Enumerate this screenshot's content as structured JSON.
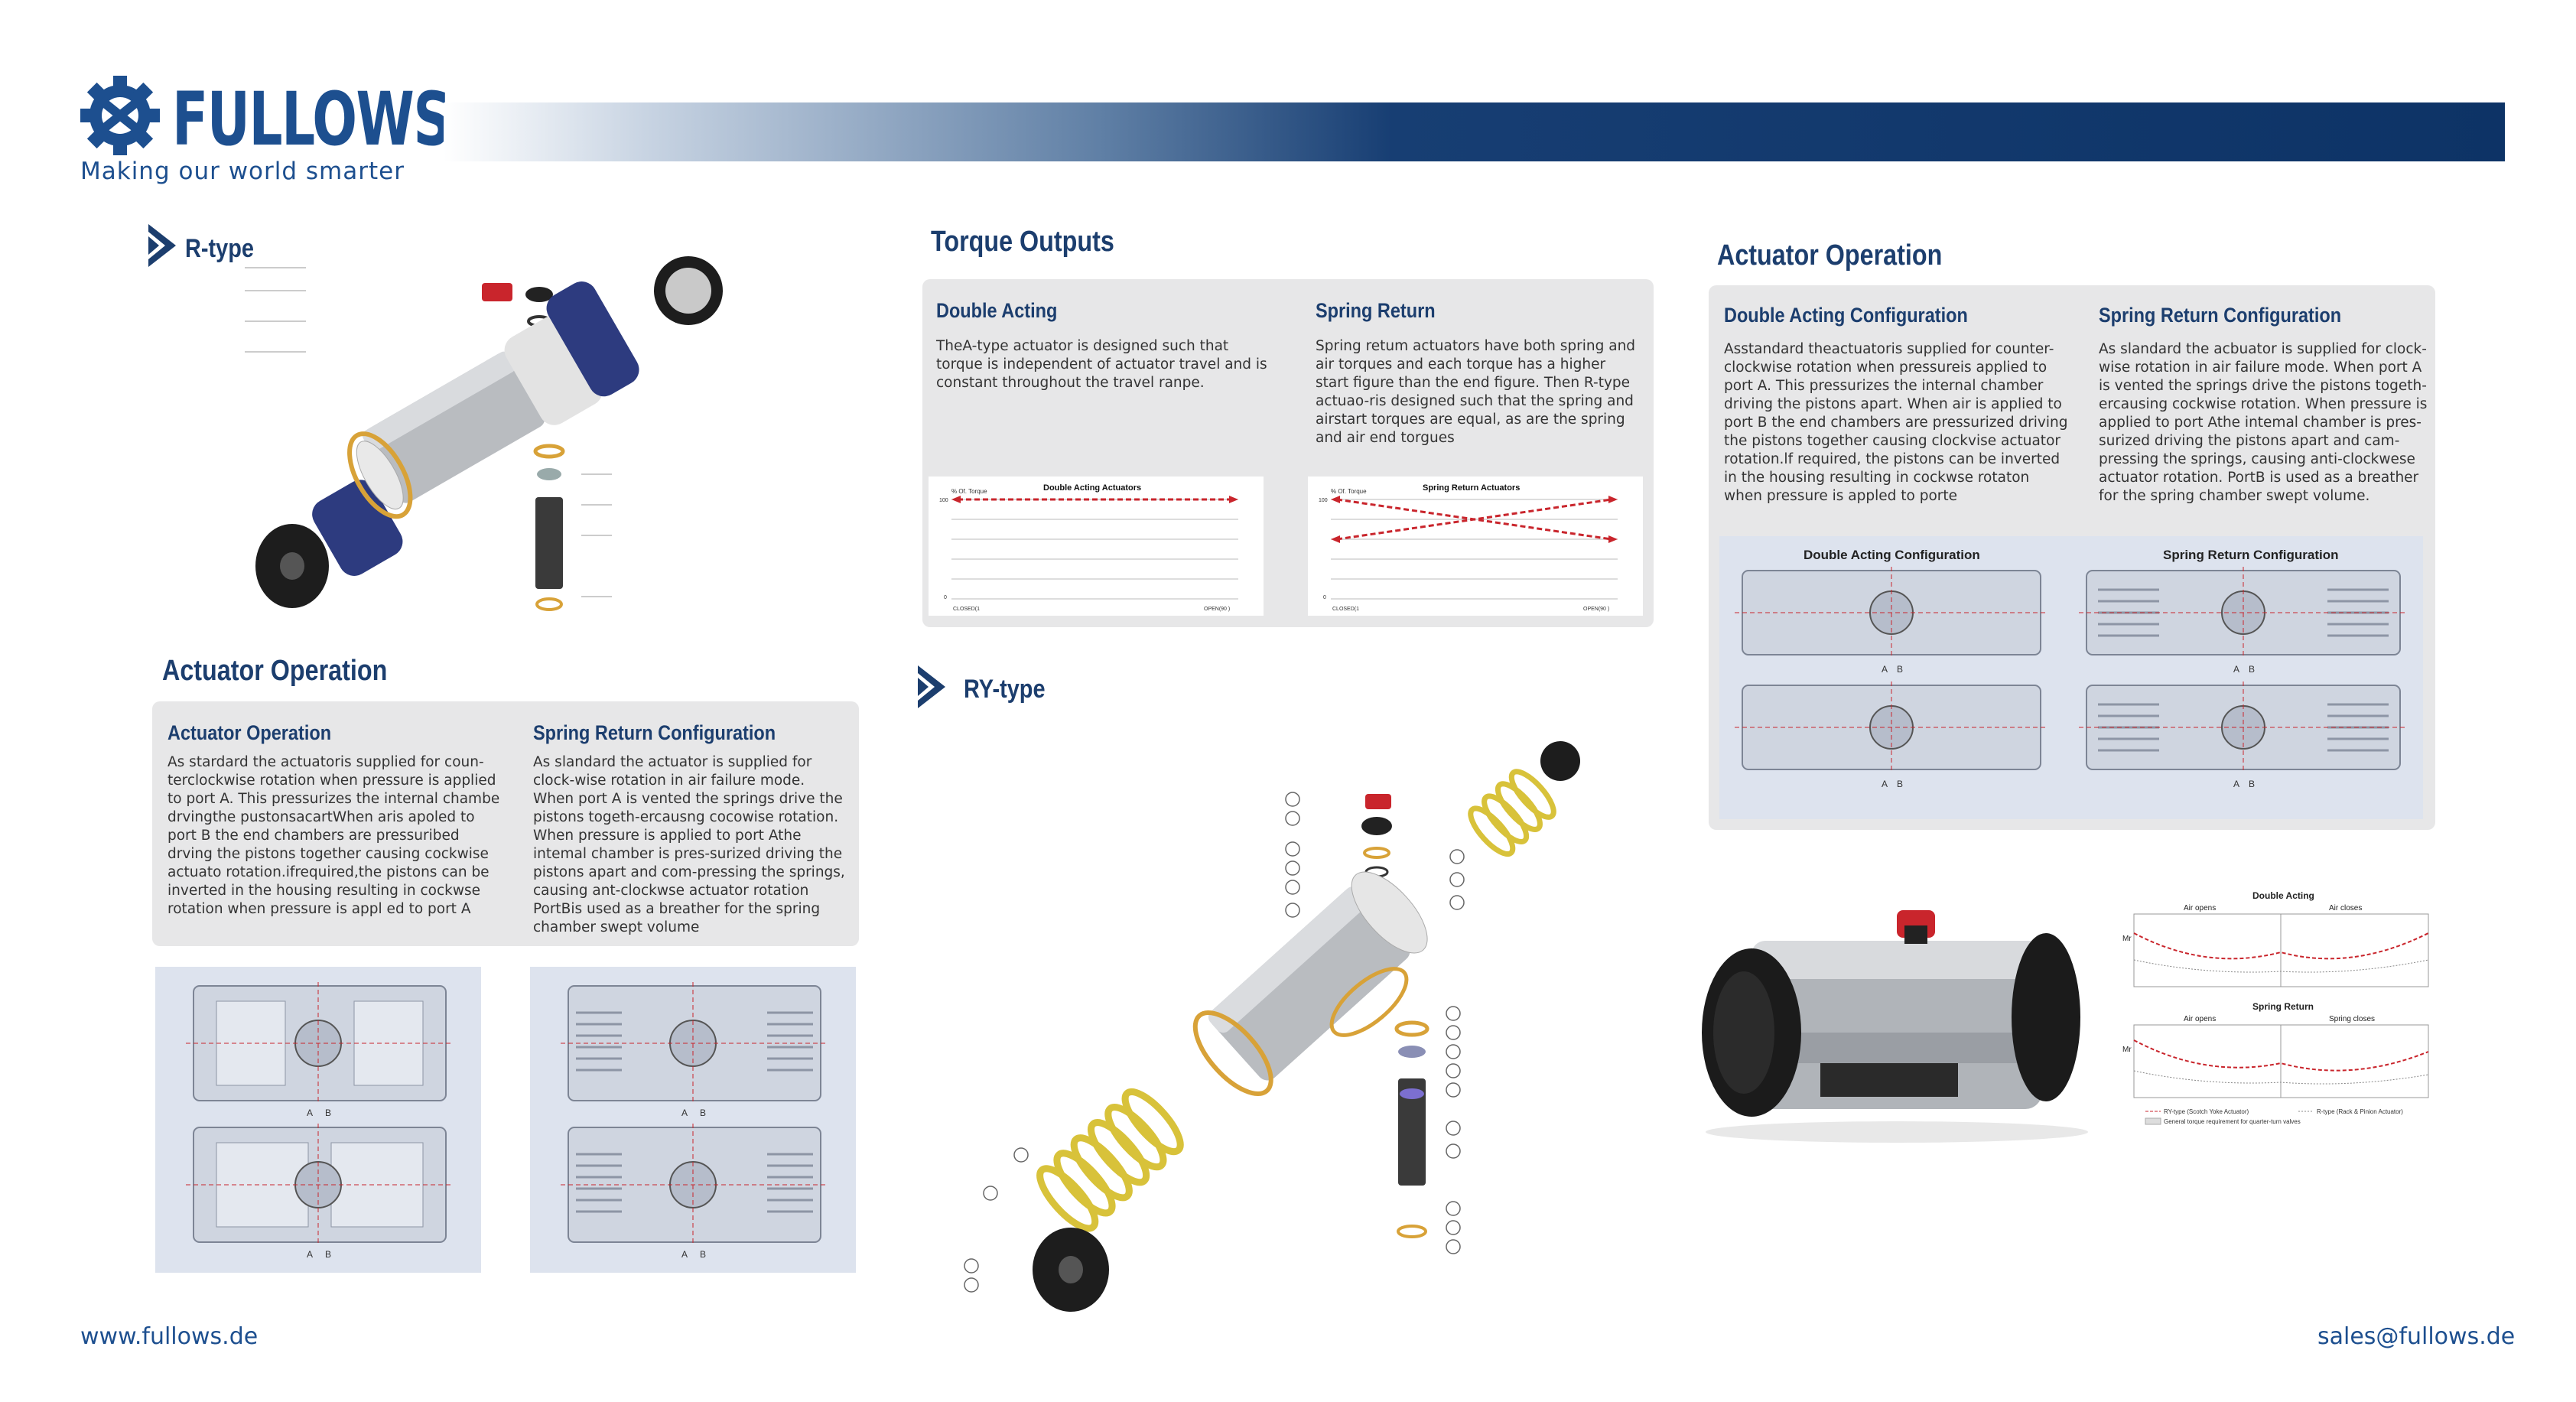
{
  "header": {
    "brand": "FULLOWS",
    "tagline": "Making our world smarter"
  },
  "colors": {
    "brand": "#1d4f8f",
    "panel": "#e7e7e8",
    "accent": "#c9252c"
  },
  "rtype": {
    "title": "R-type"
  },
  "rytype": {
    "title": "RY-type"
  },
  "actuator_left": {
    "title": "Actuator Operation",
    "col1_title": "Actuator Operation",
    "col1_text": "As stardard the actuatoris supplied for coun-terclockwise rotation when pressure is applied to port A. This pressurizes the internal chambe drvingthe pustonsacartWhen aris apoled to port B the end chambers are pressuribed drving the pistons together causing cockwise actuato rotation.ifrequired,the pistons can be inverted in the housing resulting in cockwse rotation when pressure is appl ed to port A",
    "col2_title": "Spring Return Configuration",
    "col2_text": "As slandard the actuator is supplied for clock-wise rotation in air failure mode. When port A is vented the springs drive the pistons togeth-ercausng cocowise rotation. When pressure is applied to port Athe intemal chamber is pres-surized driving the pistons apart and com-pressing the springs, causing ant-clockwse actuator rotation PortBis used as a breather for the spring chamber swept volume"
  },
  "torque": {
    "title": "Torque Outputs",
    "col1_title": "Double Acting",
    "col1_text": "TheA-type actuator is designed such that torque is independent of actuator travel and is constant throughout the travel ranpe.",
    "col2_title": "Spring Return",
    "col2_text": "Spring retum actuators have both spring and air torques and each torque has a higher start figure than the end figure. Then R-type actuao-ris designed such that the spring and airstart torques are equal, as are the spring and air end torgues"
  },
  "actuator_right": {
    "title": "Actuator Operation",
    "col1_title": "Double Acting Configuration",
    "col1_text": "Asstandard theactuatoris supplied for counter-clockwise rotation when pressureis applied to port A. This pressurizes the internal chamber driving the pistons apart. When air is applied to port B the end chambers are pressurized driving the pistons together causing clockvise actuator rotation.lf required, the pistons can be inverted in the housing resulting in cockwse rotaton when pressure is appled to porte",
    "col2_title": "Spring Return Configuration",
    "col2_text": "As slandard the acbuator is supplied for clock-wise rotation in air failure mode. When port A is vented the springs drive the pistons togeth-ercausing cockwise rotation. When pressure is applied to port Athe intemal chamber is pres-surized driving the pistons apart and cam-pressing the springs, causing anti-clockwese actuator rotation. PortB is used as a breather for the spring chamber swept volume.",
    "diag_label1": "Double Acting Configuration",
    "diag_label2": "Spring Return Configuration"
  },
  "chart_data": [
    {
      "type": "line",
      "title": "Double Acting Actuators",
      "ylabel": "% Of. Torque",
      "x": [
        "CLOSED(1",
        "OPEN(90 )"
      ],
      "ylim": [
        0,
        100
      ],
      "series": [
        {
          "values": [
            100,
            100
          ]
        }
      ]
    },
    {
      "type": "line",
      "title": "Spring Return Actuators",
      "ylabel": "% Of. Torque",
      "x": [
        "CLOSED(1",
        "OPEN(90 )"
      ],
      "ylim": [
        0,
        100
      ],
      "series": [
        {
          "values": [
            100,
            60
          ]
        },
        {
          "values": [
            60,
            100
          ]
        }
      ]
    }
  ],
  "side_charts": {
    "title1": "Double Acting",
    "air_opens": "Air opens",
    "air_closes": "Air closes",
    "title2": "Spring Return",
    "spring_closes": "Spring closes",
    "ylabel": "Mr",
    "legend1": "RY-type (Scotch Yoke Actuator)",
    "legend2": "R-type (Rack & Pinion Actuator)",
    "legend3": "General torque requirement for quarter-turn valves"
  },
  "diagram_letters": {
    "a": "A",
    "b": "B"
  },
  "footer": {
    "website": "www.fullows.de",
    "email": "sales@fullows.de"
  }
}
